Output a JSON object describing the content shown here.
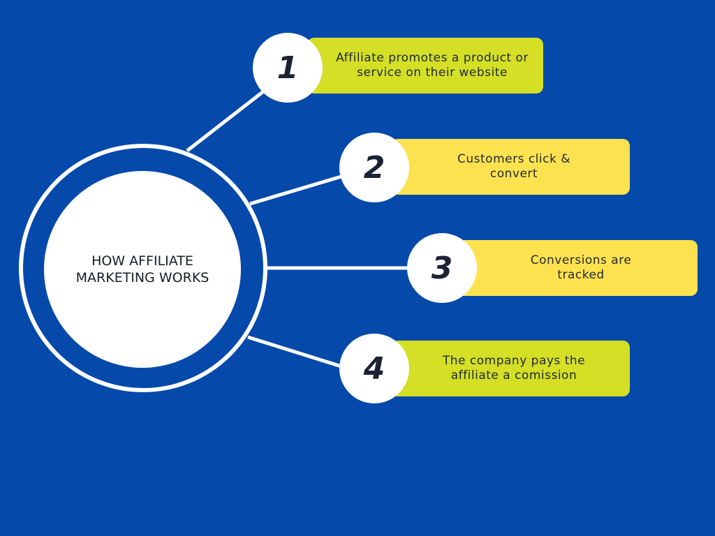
{
  "title": "HOW AFFILIATE MARKETING WORKS",
  "steps": [
    {
      "number": "1",
      "text": "Affiliate promotes a product or service on their website",
      "color": "#d4df26"
    },
    {
      "number": "2",
      "text": "Customers click & convert",
      "color": "#fde24f"
    },
    {
      "number": "3",
      "text": "Conversions are tracked",
      "color": "#fde24f"
    },
    {
      "number": "4",
      "text": "The company pays the affiliate a comission",
      "color": "#d4df26"
    }
  ],
  "colors": {
    "background": "#0549ab",
    "text": "#1b2233"
  }
}
